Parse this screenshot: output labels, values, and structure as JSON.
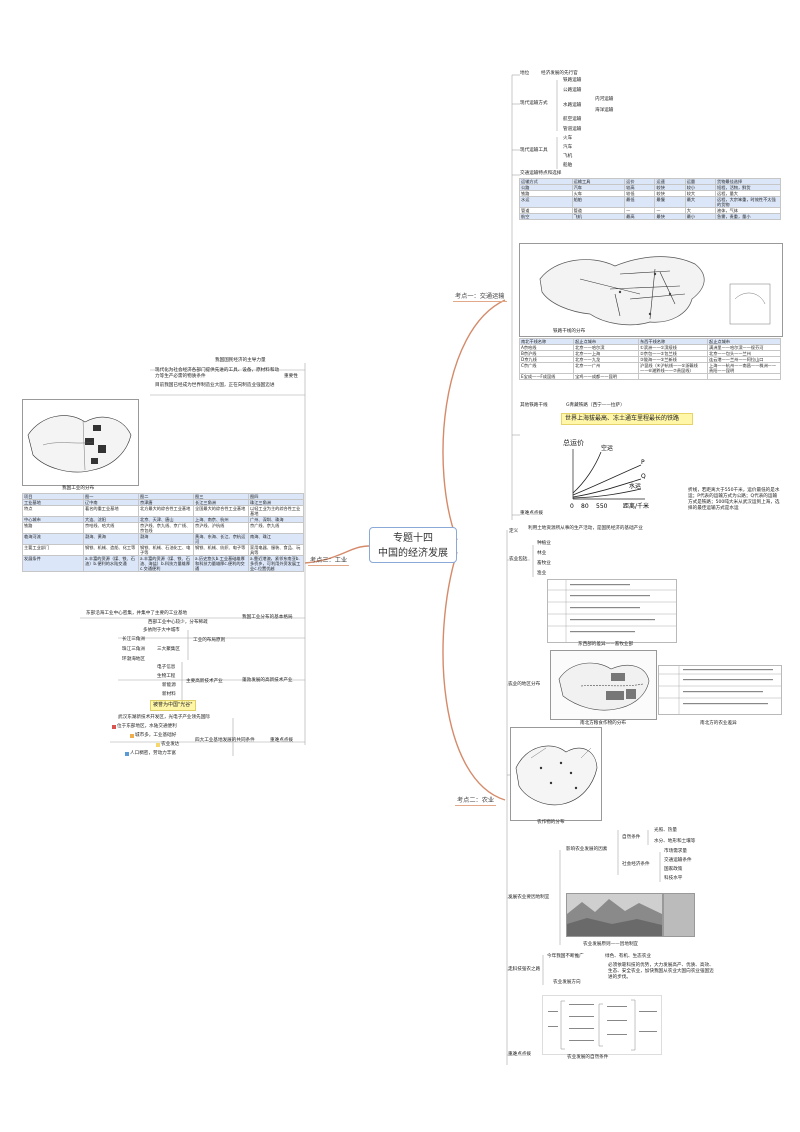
{
  "title_line1": "专题十四",
  "title_line2": "中国的经济发展",
  "topics": {
    "transport": "考点一：交通运输",
    "agriculture": "考点二：农业",
    "industry": "考点三：工业"
  },
  "transport": {
    "status_label": "地位",
    "status_text": "经济发展的先行官",
    "modes_label": "现代运输方式",
    "modes": [
      "铁路运输",
      "公路运输",
      "水路运输",
      "航空运输",
      "管道运输"
    ],
    "water_sub": [
      "内河运输",
      "海洋运输"
    ],
    "tools_label": "现代运输工具",
    "tools": [
      "火车",
      "汽车",
      "飞机",
      "船舶"
    ],
    "features_title": "交通运输特点和选择",
    "features_table": {
      "headers": [
        "运输方式",
        "运输工具",
        "运价",
        "运速",
        "运量",
        "货物最佳选择"
      ],
      "rows": [
        [
          "公路",
          "汽车",
          "较高",
          "较快",
          "较小",
          "短程，活物，鲜货"
        ],
        [
          "铁路",
          "火车",
          "较低",
          "较快",
          "较大",
          "远程，量大"
        ],
        [
          "水运",
          "船舶",
          "最低",
          "最慢",
          "最大",
          "远程，大宗笨重，时效性不太强的货物"
        ],
        [
          "管道",
          "管道",
          "—",
          "—",
          "大",
          "液体，气体"
        ],
        [
          "航空",
          "飞机",
          "最高",
          "最快",
          "最小",
          "急需，贵重，量小"
        ]
      ]
    },
    "rail_map_caption": "铁路干线的分布",
    "rail_table": {
      "headers": [
        "南北干线名称",
        "起止点城市",
        "东西干线名称",
        "起止点城市"
      ],
      "rows": [
        [
          "A京哈线",
          "北京——哈尔滨",
          "①滨洲——①滨绥线",
          "满洲里——哈尔滨——绥芬河"
        ],
        [
          "B京沪线",
          "北京——上海",
          "②京包——②包兰线",
          "北京——包头——兰州"
        ],
        [
          "D京九线",
          "北京——九龙",
          "③陇海——③兰新线",
          "连云港——兰州——阿拉山口"
        ],
        [
          "C京广线",
          "北京——广州",
          "沪昆线（④沪杭线——⑤浙赣线——⑥湘黔线——⑦贵昆线）",
          "上海——杭州——南昌——株洲——贵阳——昆明"
        ],
        [
          "E宝成——F成昆线",
          "宝鸡——成都——昆明",
          "",
          ""
        ]
      ]
    },
    "other_rail": "其他铁路干线",
    "qinghai_tibet": "G青藏铁路（西宁——拉萨）",
    "highlight": "世界上海拔最高、冻土通车里程最长的铁路",
    "key_label": "重难点点拨",
    "analysis": "折线，若距离大于550千米，运价最低的是水运；P代表的运输方式为公路；Q代表的运输方式是铁路；500吨大米从武汉运到上海，选择的最佳运输方式是水运"
  },
  "cost_chart": {
    "type": "line",
    "ylabel": "总运价",
    "xlabel": "距离/千米",
    "x_ticks": [
      "0",
      "80",
      "550"
    ],
    "series": [
      {
        "name": "空运",
        "shape": "steep"
      },
      {
        "name": "P",
        "shape": "medium"
      },
      {
        "name": "Q",
        "shape": "low"
      },
      {
        "name": "水运",
        "shape": "flat"
      }
    ]
  },
  "agriculture": {
    "def_label": "定义",
    "def_text": "利用土地资源所从事的生产活动，是国民经济的基础产业",
    "sectors_label": "农业包括",
    "sectors": [
      "种植业",
      "林业",
      "畜牧业",
      "渔业"
    ],
    "east_west_caption": "东西部的差异——畜牧业部",
    "distribution_label": "农业的地区分布",
    "ns_map_caption": "南北方粮食作物的分布",
    "ns_table_caption": "南北方的农业差异",
    "crops_caption": "农作物的分布",
    "factors_label": "影响农业发展的因素",
    "natural_label": "自然条件",
    "natural": [
      "光照、热量",
      "水分、地形和土壤等"
    ],
    "social_label": "社会经济条件",
    "social": [
      "市场需求量",
      "交通运输条件",
      "国家政策",
      "科技水平"
    ],
    "adapt_label": "发展农业要因地制宜",
    "adapt_caption": "农业发展原则——因地制宜",
    "sci_label": "走科技强农之路",
    "direction_label": "农业发展方向",
    "direction_top": "今年我国不断推广",
    "direction_top2": "绿色、有机、生态农业",
    "direction_text": "必须依靠科技的优势，大力发展高产、优质、高效、生态、安全农业，加快我国从农业大国向农业强国迈进的步伐。",
    "key_label": "重难点点拨",
    "natural_cond_caption": "农业发展的自然条件"
  },
  "industry": {
    "role_title": "我国国民经济的主导力量",
    "importance_label": "重要性",
    "importance_1": "现代化为社会经济各部门提供先进的工具、设备，原材料和动力等生产必需的物质条件",
    "importance_2": "目前我国已经成为世界制造业大国，正在向制造业强国迈进",
    "map_caption": "我国工业的分布",
    "table": {
      "headers": [
        "项目",
        "图一",
        "图二",
        "图三",
        "图四"
      ],
      "rows": [
        [
          "工业基地",
          "辽中南",
          "京津唐",
          "长江三角洲",
          "珠江三角洲"
        ],
        [
          "特点",
          "著名的重工业基地",
          "北方最大的综合性工业基地",
          "全国最大的综合性工业基地",
          "以轻工业为主的综合性工业基地"
        ],
        [
          "中心城市",
          "大连、沈阳",
          "北京、天津、唐山",
          "上海、南京、杭州",
          "广州、深圳、珠海"
        ],
        [
          "铁路",
          "京哈线、哈大线",
          "京沪线、京九线、京广线、京包线",
          "京沪线、沪杭线",
          "京广线、京九线"
        ],
        [
          "临海河流",
          "渤海、黄海",
          "渤海",
          "黄海、东海、长江、京杭运河",
          "南海、珠江"
        ],
        [
          "主要工业部门",
          "钢铁、机械、造船、化工等",
          "钢铁、机械、石油化工、电子等",
          "钢铁、机械、纺织、电子等",
          "家用电器、服装、食品、玩具等"
        ],
        [
          "发展条件",
          "a.丰富的资源（煤、铁、石油）b.便利的水陆交通",
          "a.丰富的资源（煤、铁、石油、海盐）b.科技力量雄厚c.交通便利",
          "a.历史悠久b.工业基础雄厚和科技力量雄厚c.便利的交通",
          "a.靠近港澳，紧邻东南亚b.多侨乡，可利用外资发展工业c.位置优越"
        ]
      ]
    },
    "coast_note": "东部沿海工业中心密集，并集中了主要的工业基地",
    "west_note": "西部工业中心较少，分布稀疏",
    "pattern_label": "我国工业分布的基本格局",
    "layout_label": "工业的布局原则",
    "layout_top": "多依附于大中城市",
    "layout_items": [
      "长江三角洲",
      "珠江三角洲",
      "环渤海地区"
    ],
    "layout_group": "三大聚集区",
    "hitech_label": "主要高新技术产业",
    "hitech_items": [
      "电子信息",
      "生物工程",
      "新能源",
      "新材料"
    ],
    "hitech_dev": "蓬勃发展的高新技术产业",
    "optics_valley": "被誉为中国\"光谷\"",
    "wuhan_note": "武汉东湖新技术开发区，光电子产业领先国际",
    "common_conditions": [
      "位于东部地区，水陆交通便利",
      "城市多，工业基础好",
      "农业发达",
      "人口稠密，劳动力丰富"
    ],
    "common_label": "四大工业基地发展的共同条件",
    "key_label": "重难点点拨"
  }
}
